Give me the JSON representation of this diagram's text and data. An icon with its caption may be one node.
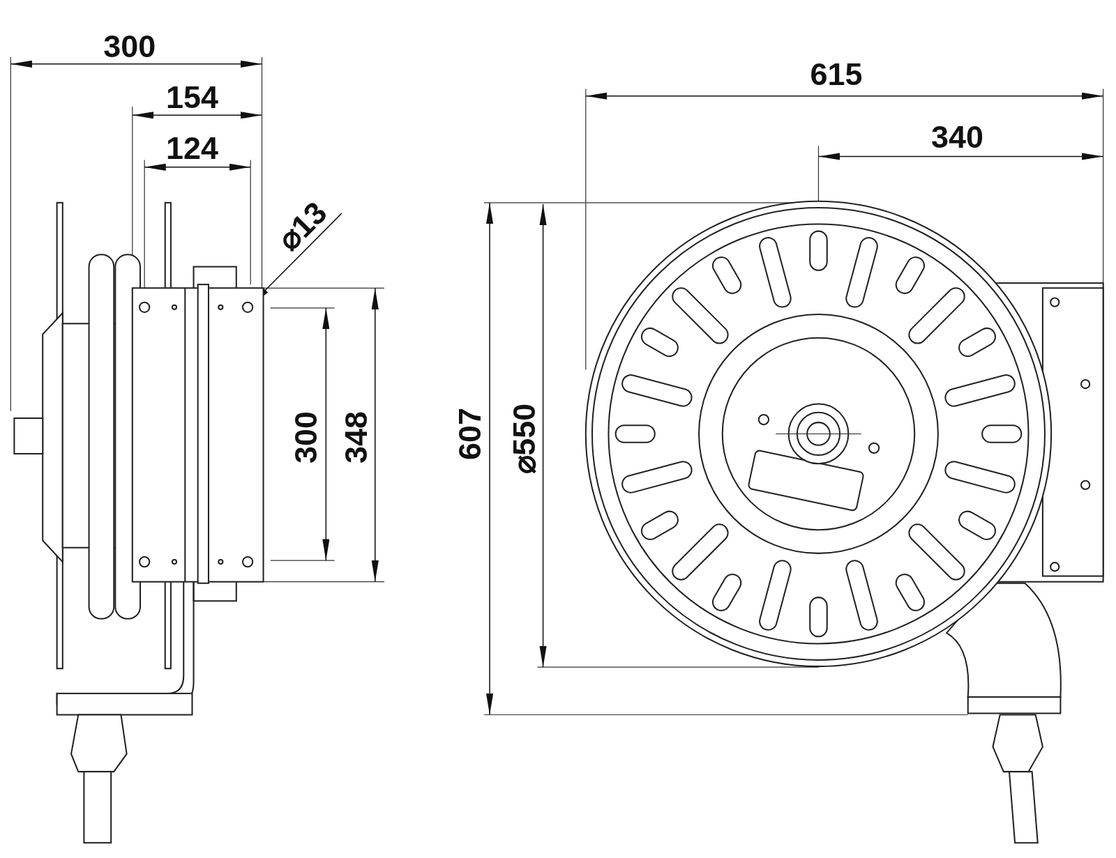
{
  "diagram": {
    "labels": [
      "300",
      "154",
      "124",
      "615",
      "340",
      "⌀13",
      "300",
      "348",
      "607",
      "⌀550"
    ]
  }
}
